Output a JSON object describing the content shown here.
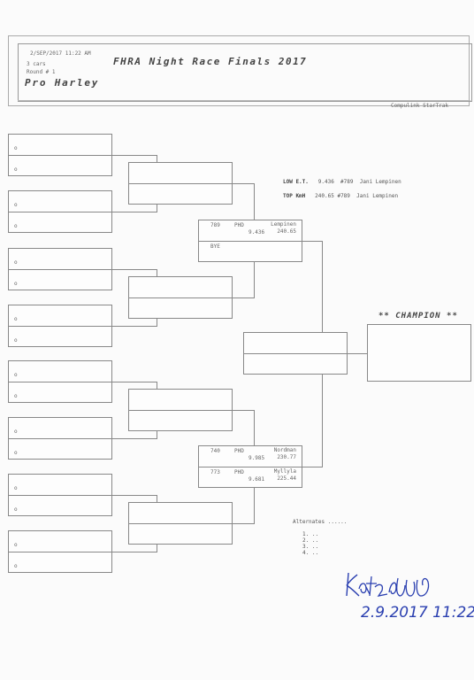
{
  "header": {
    "date_time": "2/SEP/2017   11:22 AM",
    "cars": "3 cars",
    "round": "Round # 1",
    "title": "FHRA Night Race Finals 2017",
    "class_name": "Pro Harley",
    "credit": "Compulink  StarTrak"
  },
  "records": {
    "low_et_label": "LOW E.T.",
    "low_et_value": "9.436",
    "low_et_car": "#789",
    "low_et_name": "Jani Lempinen",
    "top_kmh_label": "TOP KmH",
    "top_kmh_value": "240.65",
    "top_kmh_car": "#789",
    "top_kmh_name": "Jani Lempinen"
  },
  "round1_lane_marks": [
    "o",
    "o",
    "o",
    "o",
    "o",
    "o",
    "o",
    "o",
    "o",
    "o",
    "o",
    "o",
    "o",
    "o",
    "o",
    "o"
  ],
  "round3": {
    "top": {
      "lane1": {
        "car": "789",
        "team": "PHD",
        "name": "Lempinen",
        "et": "9.436",
        "speed": "240.65"
      },
      "lane2": {
        "car": "BYE"
      }
    },
    "bottom": {
      "lane1": {
        "car": "740",
        "team": "PHD",
        "name": "Nordman",
        "et": "9.985",
        "speed": "230.77"
      },
      "lane2": {
        "car": "773",
        "team": "PHD",
        "name": "Myllyla",
        "et": "9.681",
        "speed": "225.44"
      }
    }
  },
  "champion_label": "** CHAMPION **",
  "alternates": {
    "label": "Alternates ......",
    "items": [
      "1. ..",
      "2. ..",
      "3. ..",
      "4. .."
    ]
  },
  "signature": {
    "date": "2.9.2017 11:22"
  }
}
